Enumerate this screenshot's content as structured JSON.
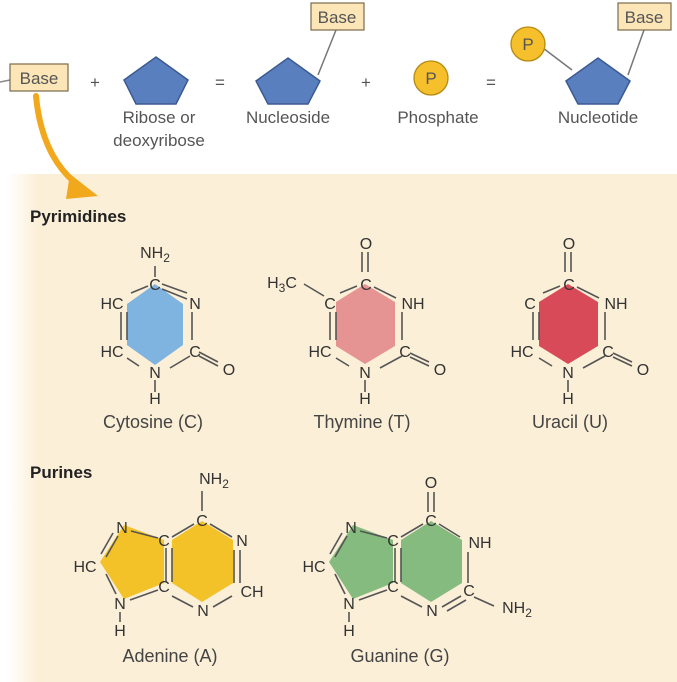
{
  "equation": {
    "base_label": "Base",
    "plus1": "+",
    "sugar_label_line1": "Ribose or",
    "sugar_label_line2": "deoxyribose",
    "equals1": "=",
    "nucleoside_base": "Base",
    "nucleoside_label": "Nucleoside",
    "plus2": "+",
    "phosphate_symbol": "P",
    "phosphate_label": "Phosphate",
    "equals2": "=",
    "nucleotide_phosphate": "P",
    "nucleotide_base": "Base",
    "nucleotide_label": "Nucleotide"
  },
  "pyrimidines": {
    "heading": "Pyrimidines",
    "cytosine": {
      "name": "Cytosine (C)",
      "color": "#7fb3e0",
      "atoms": {
        "nh2": "NH2",
        "c4": "C",
        "n3": "N",
        "c2": "C",
        "o2": "O",
        "n1": "N",
        "h1": "H",
        "c6": "HC",
        "c5": "HC"
      }
    },
    "thymine": {
      "name": "Thymine (T)",
      "color": "#e69393",
      "atoms": {
        "o4": "O",
        "c4": "C",
        "ch3": "H3C",
        "c5": "C",
        "n3": "NH",
        "c6": "HC",
        "c2": "C",
        "o2": "O",
        "n1": "N",
        "h1": "H"
      }
    },
    "uracil": {
      "name": "Uracil (U)",
      "color": "#d94a58",
      "atoms": {
        "o4": "O",
        "c4": "C",
        "c5": "C",
        "n3": "NH",
        "c6": "HC",
        "c2": "C",
        "o2": "O",
        "n1": "N",
        "h1": "H"
      }
    }
  },
  "purines": {
    "heading": "Purines",
    "adenine": {
      "name": "Adenine (A)",
      "color": "#f2c228",
      "atoms": {
        "nh2": "NH2",
        "c6": "C",
        "n1": "N",
        "n7": "N",
        "c5": "C",
        "c8": "HC",
        "c4": "C",
        "c2": "CH",
        "n9": "N",
        "h9": "H",
        "n3": "N"
      }
    },
    "guanine": {
      "name": "Guanine (G)",
      "color": "#86bb7f",
      "atoms": {
        "o6": "O",
        "c6": "C",
        "n1": "NH",
        "n7": "N",
        "c5": "C",
        "c8": "HC",
        "c4": "C",
        "c2": "C",
        "nh2": "NH2",
        "n9": "N",
        "h9": "H",
        "n3": "N"
      }
    }
  },
  "colors": {
    "panel_bg": "#fcefd8",
    "base_box": "#fce6b8",
    "sugar": "#5a7fbf",
    "phosphate": "#f5c02c",
    "arrow": "#f2a81d"
  }
}
